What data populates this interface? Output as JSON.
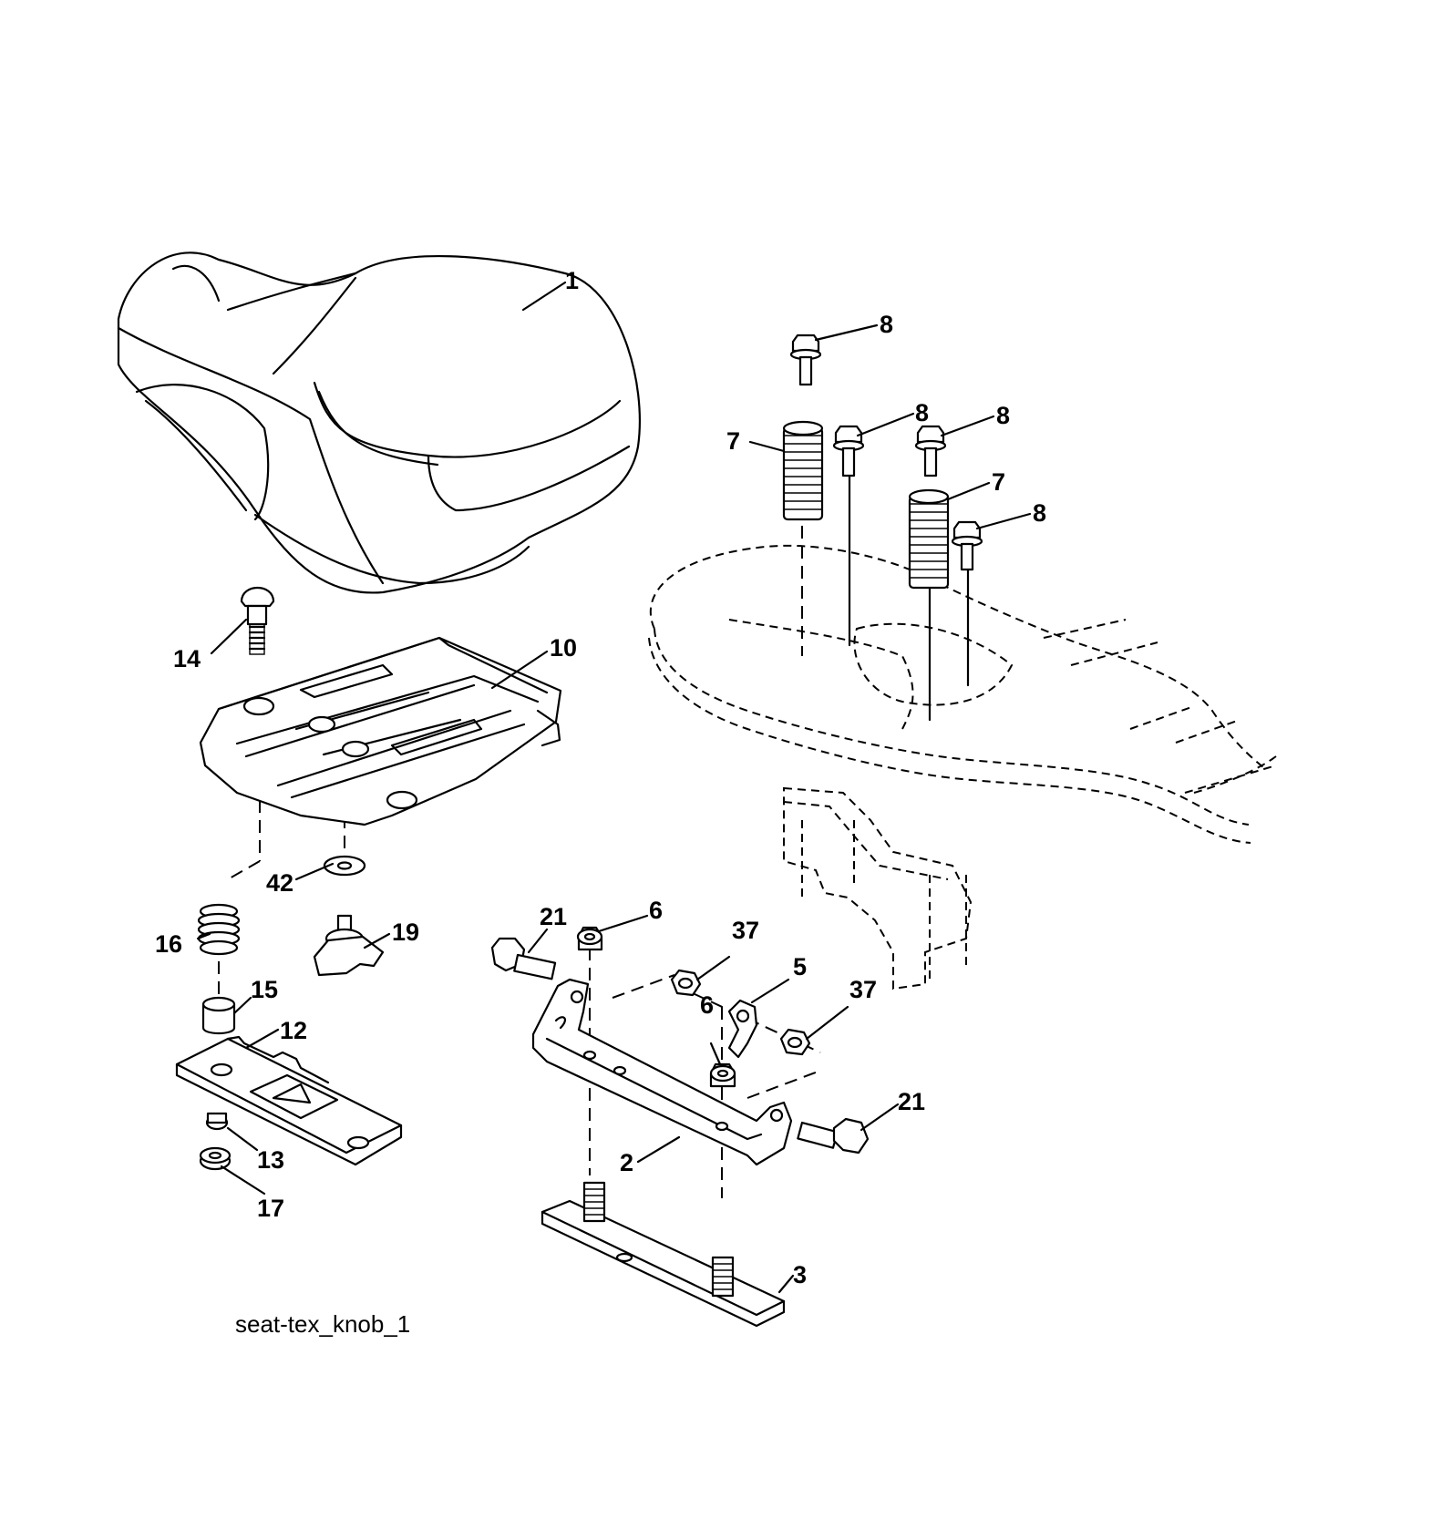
{
  "diagram": {
    "caption": "seat-tex_knob_1",
    "callouts": {
      "seat": "1",
      "seat_bracket": "2",
      "bracket_plate": "3",
      "clip": "5",
      "nut_upper": "6",
      "nut_lower": "6",
      "spring_left": "7",
      "spring_right": "7",
      "bolt_top": "8",
      "bolt_mid_left": "8",
      "bolt_mid_right": "8",
      "bolt_right": "8",
      "seat_pan": "10",
      "slide_plate": "12",
      "nut_13": "13",
      "carriage_bolt": "14",
      "spacer": "15",
      "spring_16": "16",
      "nut_17": "17",
      "knob": "19",
      "bolt_21_left": "21",
      "bolt_21_right": "21",
      "nut_37_upper": "37",
      "nut_37_lower": "37",
      "washer": "42"
    }
  }
}
